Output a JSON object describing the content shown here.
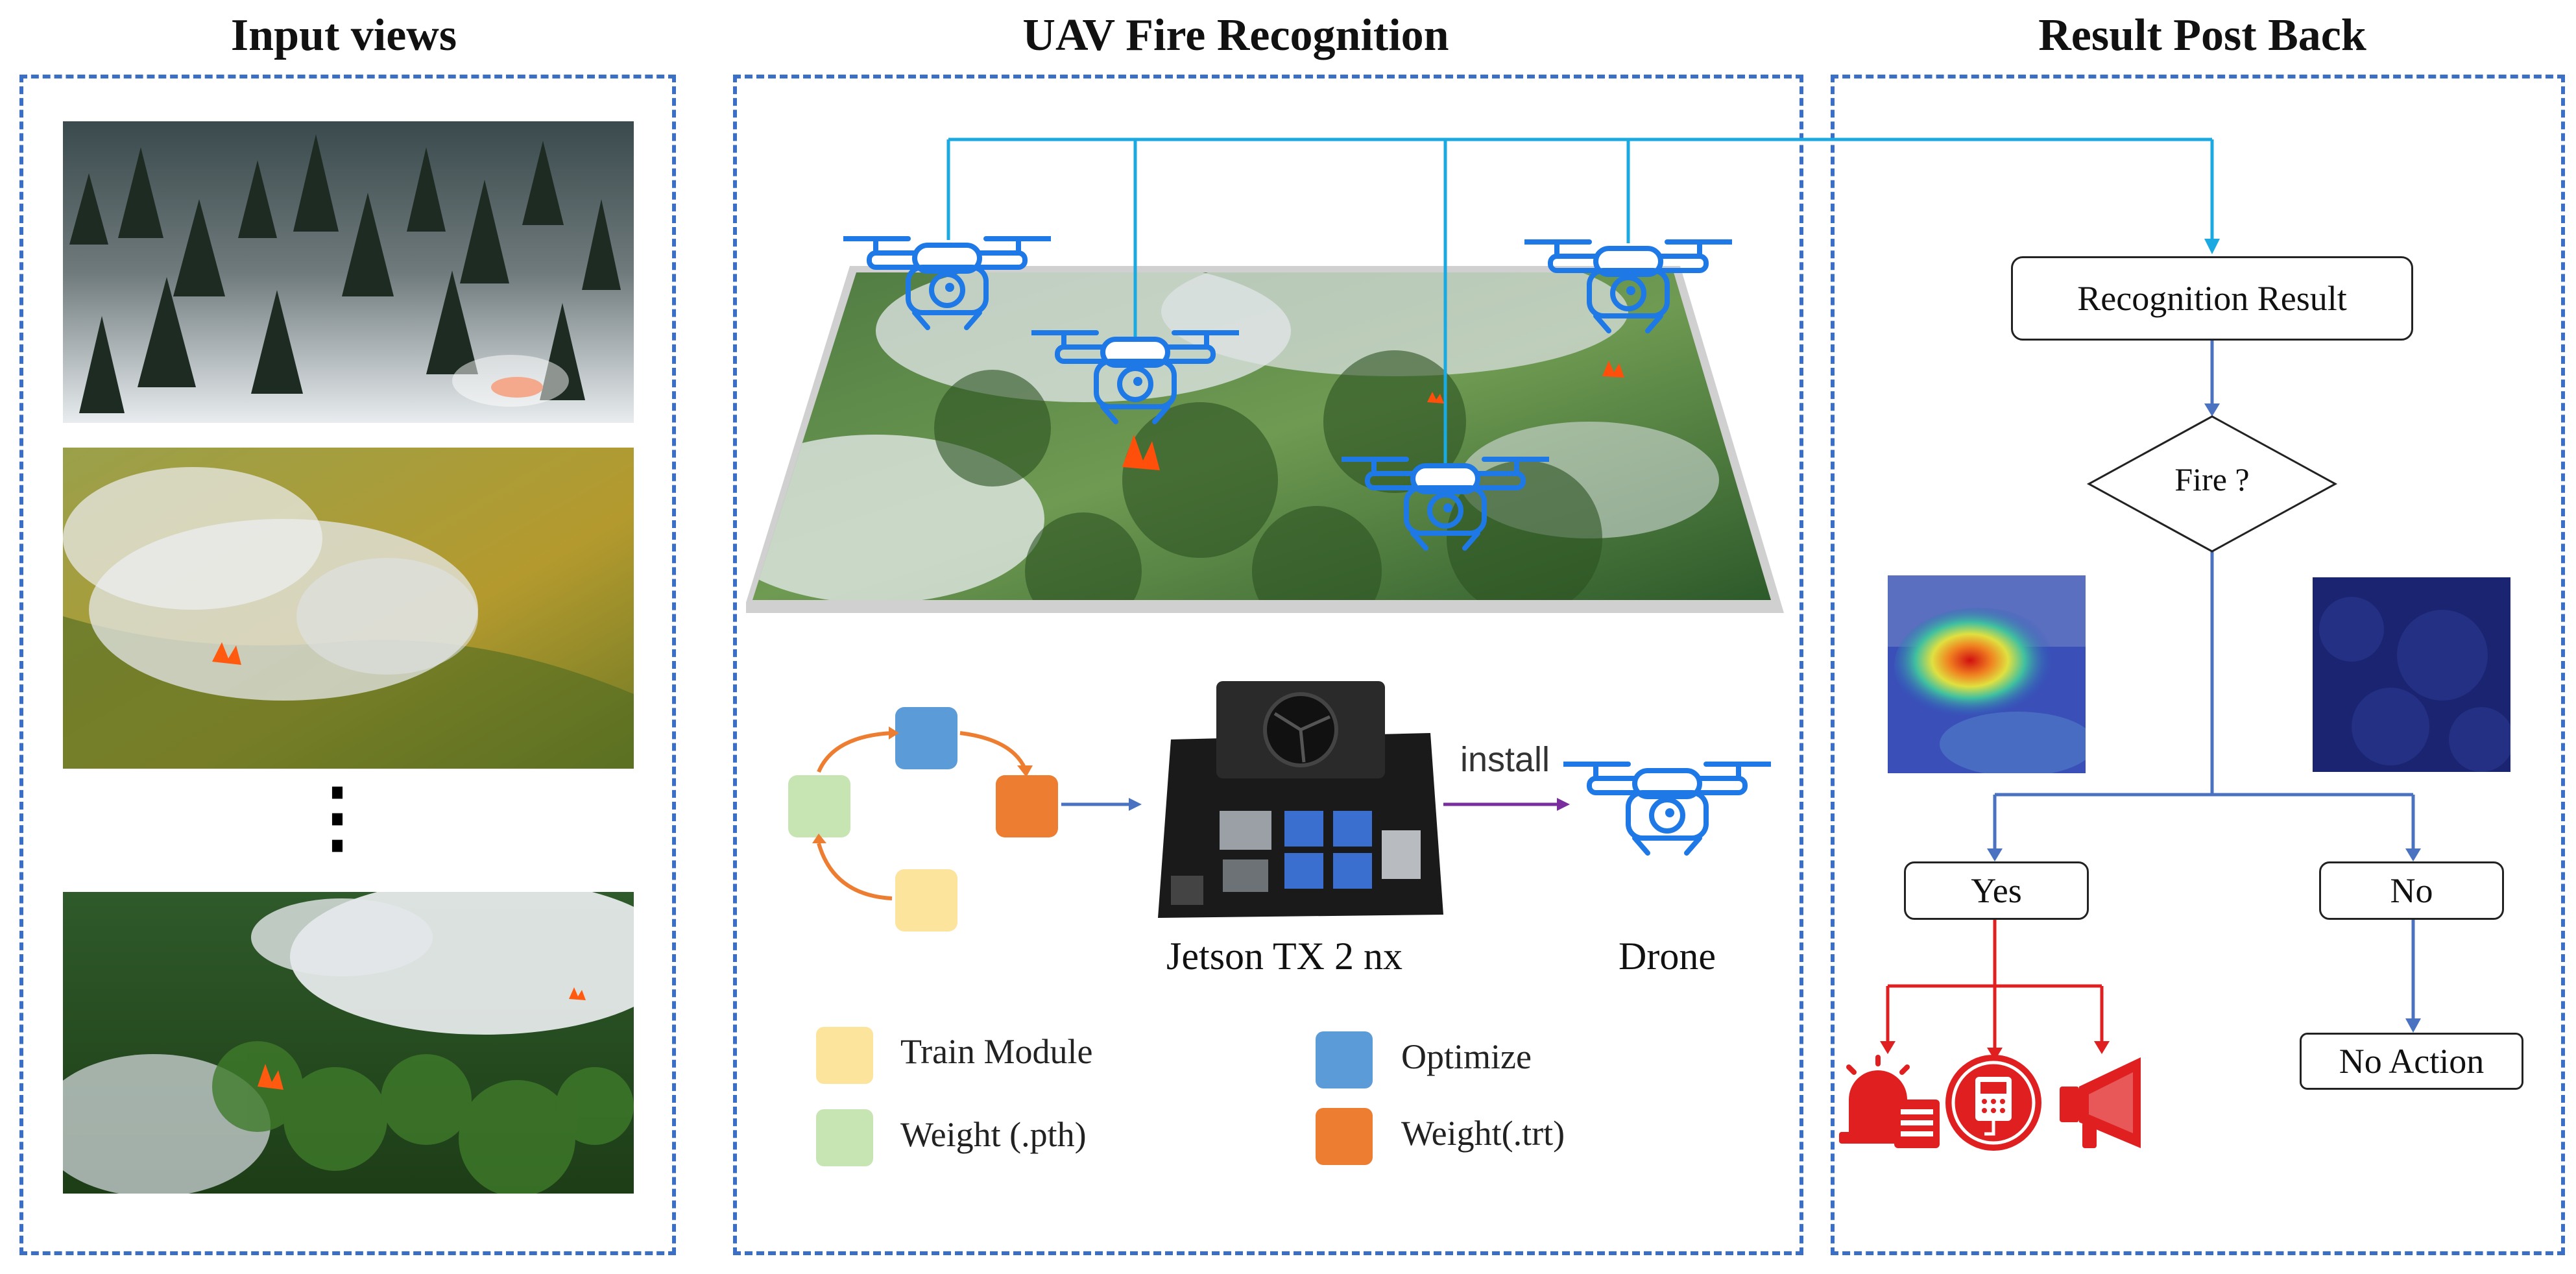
{
  "titles": {
    "input": "Input views",
    "uav": "UAV Fire Recognition",
    "result": "Result Post Back"
  },
  "colors": {
    "panel_border": "#3b6fc5",
    "tree_link": "#1aa9e0",
    "flow_arrow": "#4a72c0",
    "alert_red": "#e02020",
    "drone_blue": "#1e78e6",
    "install_arrow": "#7a2d9c",
    "train_module": "#fde49c",
    "weight_pth": "#c7e4b3",
    "optimize": "#5b9bd8",
    "weight_trt": "#ed7d31"
  },
  "input_views": {
    "images": [
      "forest-snow-aerial-image",
      "grassland-fire-aerial-image",
      "forest-fire-smoke-aerial-image"
    ],
    "ellipsis": "⋮"
  },
  "uav": {
    "device_label": "Jetson TX 2 nx",
    "drone_label": "Drone",
    "install_label": "install",
    "legend": [
      {
        "label": "Train Module",
        "color": "#fde49c"
      },
      {
        "label": "Weight (.pth)",
        "color": "#c7e4b3"
      },
      {
        "label": "Optimize",
        "color": "#5b9bd8"
      },
      {
        "label": "Weight(.trt)",
        "color": "#ed7d31"
      }
    ]
  },
  "result": {
    "recognition": "Recognition Result",
    "decision": "Fire ?",
    "yes": "Yes",
    "no": "No",
    "no_action": "No Action",
    "alert_icons": [
      "fire-alarm-icon",
      "emergency-phone-icon",
      "megaphone-icon"
    ]
  }
}
